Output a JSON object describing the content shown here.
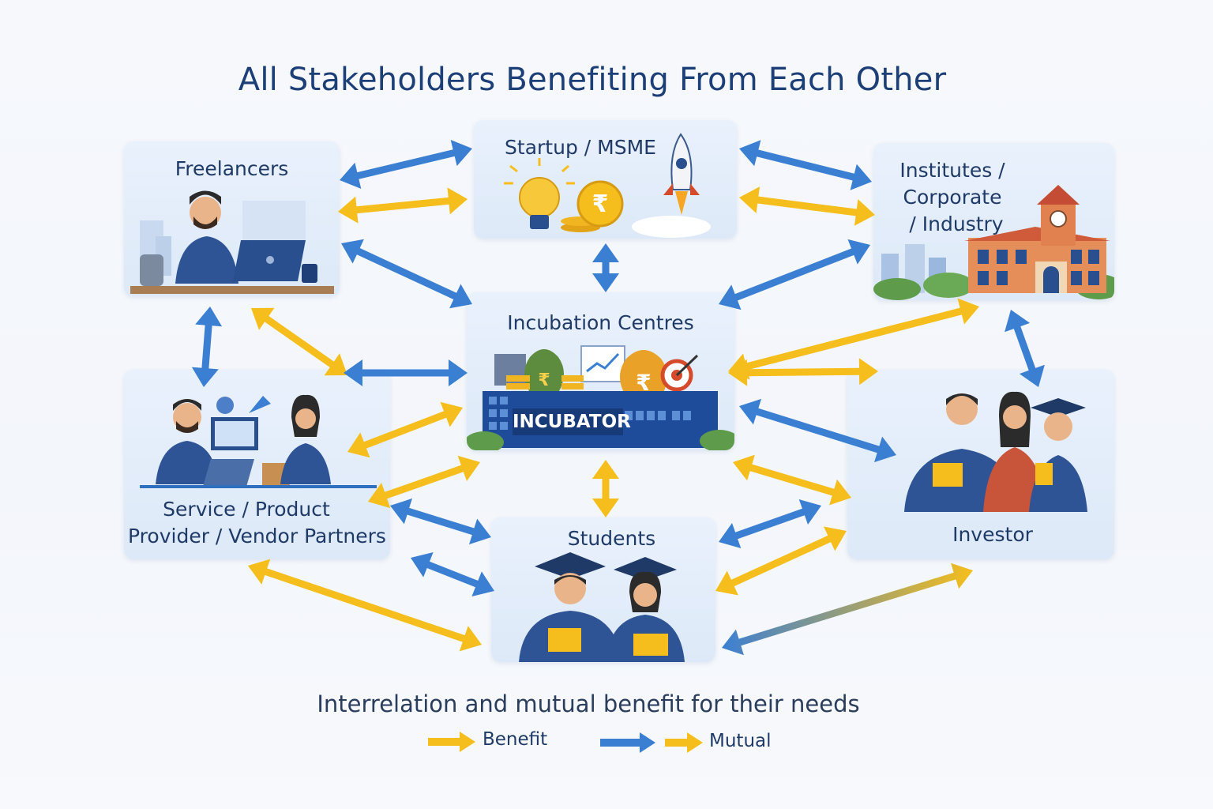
{
  "title": "All Stakeholders Benefiting From Each Other",
  "nodes": {
    "freelancers": "Freelancers",
    "startup": "Startup / MSME",
    "institutes": [
      "Institutes /",
      "Corporate",
      "/ Industry"
    ],
    "incubation": "Incubation Centres",
    "incubator_sign": "INCUBATOR",
    "service": [
      "Service / Product",
      "Provider / Vendor Partners"
    ],
    "students": "Students",
    "investor": "Investor"
  },
  "subtitle": "Interrelation and mutual benefit for their needs",
  "legend": {
    "benefit": "Benefit",
    "mutual": "Mutual"
  },
  "colors": {
    "blue": "#3b7fd3",
    "yellow": "#f5be1c",
    "title": "#1d3f78"
  }
}
